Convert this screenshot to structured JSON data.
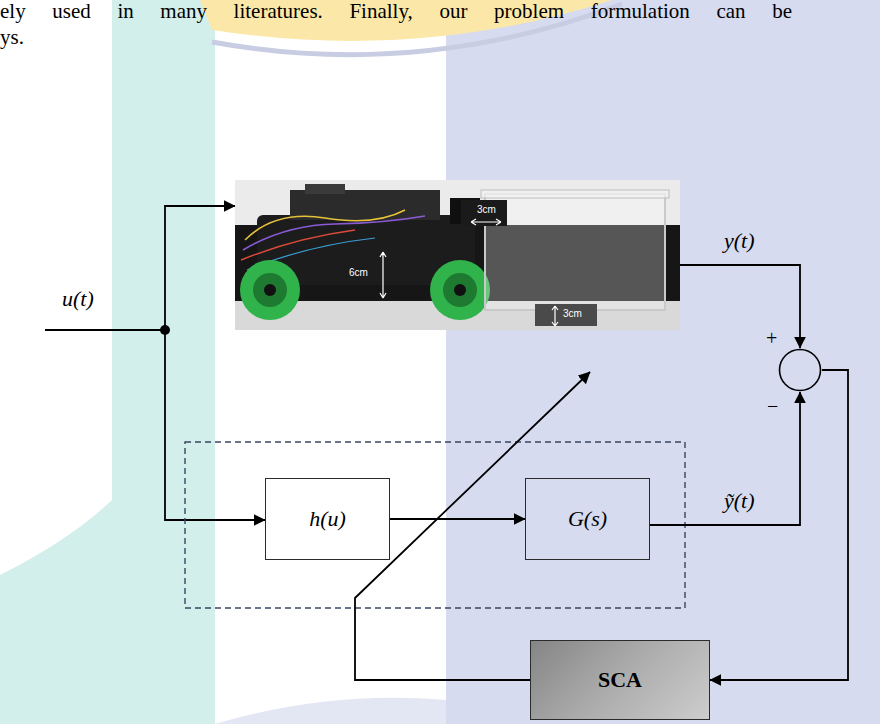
{
  "diagram": {
    "nodes": [
      {
        "text": [
          "3cm",
          "6cm",
          "3cm"
        ]
      },
      {
        "text": [
          "h(u)"
        ]
      },
      {
        "text": [
          "G(s)"
        ]
      },
      {
        "text": [
          "+",
          "−"
        ]
      },
      {
        "text": [
          "SCA"
        ]
      }
    ],
    "edges": [
      {
        "from": 0,
        "to": 3,
        "arrow": "to",
        "label": "y(t)"
      },
      {
        "from": 1,
        "to": 2,
        "arrow": "to"
      },
      {
        "from": 2,
        "to": 3,
        "arrow": "to",
        "label": "ỹ(t)"
      },
      {
        "from": 3,
        "to": 4,
        "arrow": "to"
      }
    ],
    "labels": [
      "ely used in many literatures. Finally, our problem formulation can be",
      "ys.",
      "u(t)"
    ]
  }
}
